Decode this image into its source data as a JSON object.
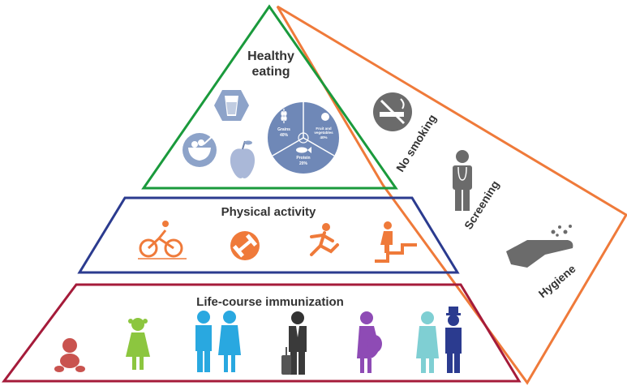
{
  "tiers": {
    "top": {
      "title_line1": "Healthy",
      "title_line2": "eating"
    },
    "middle": {
      "title": "Physical activity"
    },
    "bottom": {
      "title": "Life-course immunization"
    }
  },
  "plate": {
    "grains_label": "Grains",
    "grains_pct": "40%",
    "fruit_label_line1": "Fruit and",
    "fruit_label_line2": "vegetables",
    "fruit_pct": "40%",
    "protein_label": "Protein",
    "protein_pct": "20%"
  },
  "side_panel": {
    "items": [
      {
        "label": "No smoking"
      },
      {
        "label": "Screening"
      },
      {
        "label": "Hygiene"
      }
    ]
  },
  "colors": {
    "eating_border": "#1a9a3c",
    "activity_border": "#2b3b8f",
    "immunization_border": "#a51b3a",
    "side_border": "#ef7a3a",
    "eating_icons": "#8da3c9",
    "activity_icons": "#ef7a3a",
    "side_icons": "#6b6b6b"
  },
  "icons": [
    "water-glass-icon",
    "food-bowl-icon",
    "apple-icon",
    "food-plate-icon",
    "cyclist-icon",
    "dumbbell-icon",
    "runner-icon",
    "stair-climber-icon",
    "baby-icon",
    "girl-icon",
    "young-couple-icon",
    "traveler-icon",
    "pregnant-woman-icon",
    "elderly-couple-icon",
    "no-smoking-icon",
    "doctor-icon",
    "hand-wash-icon"
  ]
}
